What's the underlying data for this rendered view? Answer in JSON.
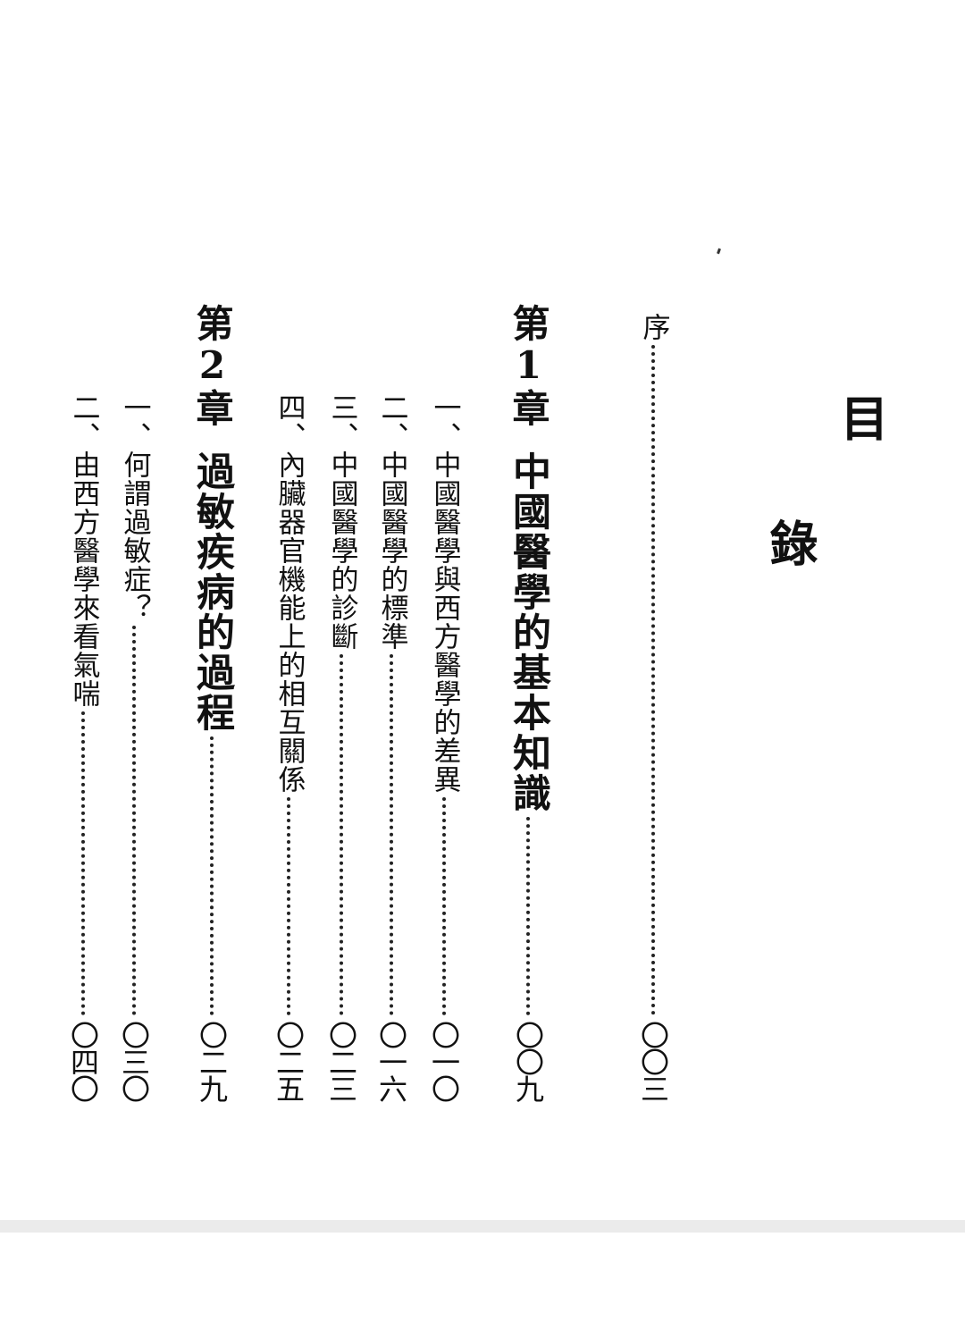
{
  "page_title": [
    "目",
    "錄"
  ],
  "entries": [
    {
      "kind": "entry",
      "label": "序",
      "page": "〇〇三"
    },
    {
      "kind": "chapter",
      "chapter_label": "第1章",
      "label": "中國醫學的基本知識",
      "page": "〇〇九"
    },
    {
      "kind": "entry",
      "label": "一、中國醫學與西方醫學的差異",
      "page": "〇一〇"
    },
    {
      "kind": "entry",
      "label": "二、中國醫學的標準",
      "page": "〇一六"
    },
    {
      "kind": "entry",
      "label": "三、中國醫學的診斷",
      "page": "〇二三"
    },
    {
      "kind": "entry",
      "label": "四、內臟器官機能上的相互關係",
      "page": "〇二五"
    },
    {
      "kind": "chapter",
      "chapter_label": "第2章",
      "label": "過敏疾病的過程",
      "page": "〇二九"
    },
    {
      "kind": "entry",
      "label": "一、何謂過敏症？",
      "page": "〇三〇"
    },
    {
      "kind": "entry",
      "label": "二、由西方醫學來看氣喘",
      "page": "〇四〇"
    }
  ]
}
